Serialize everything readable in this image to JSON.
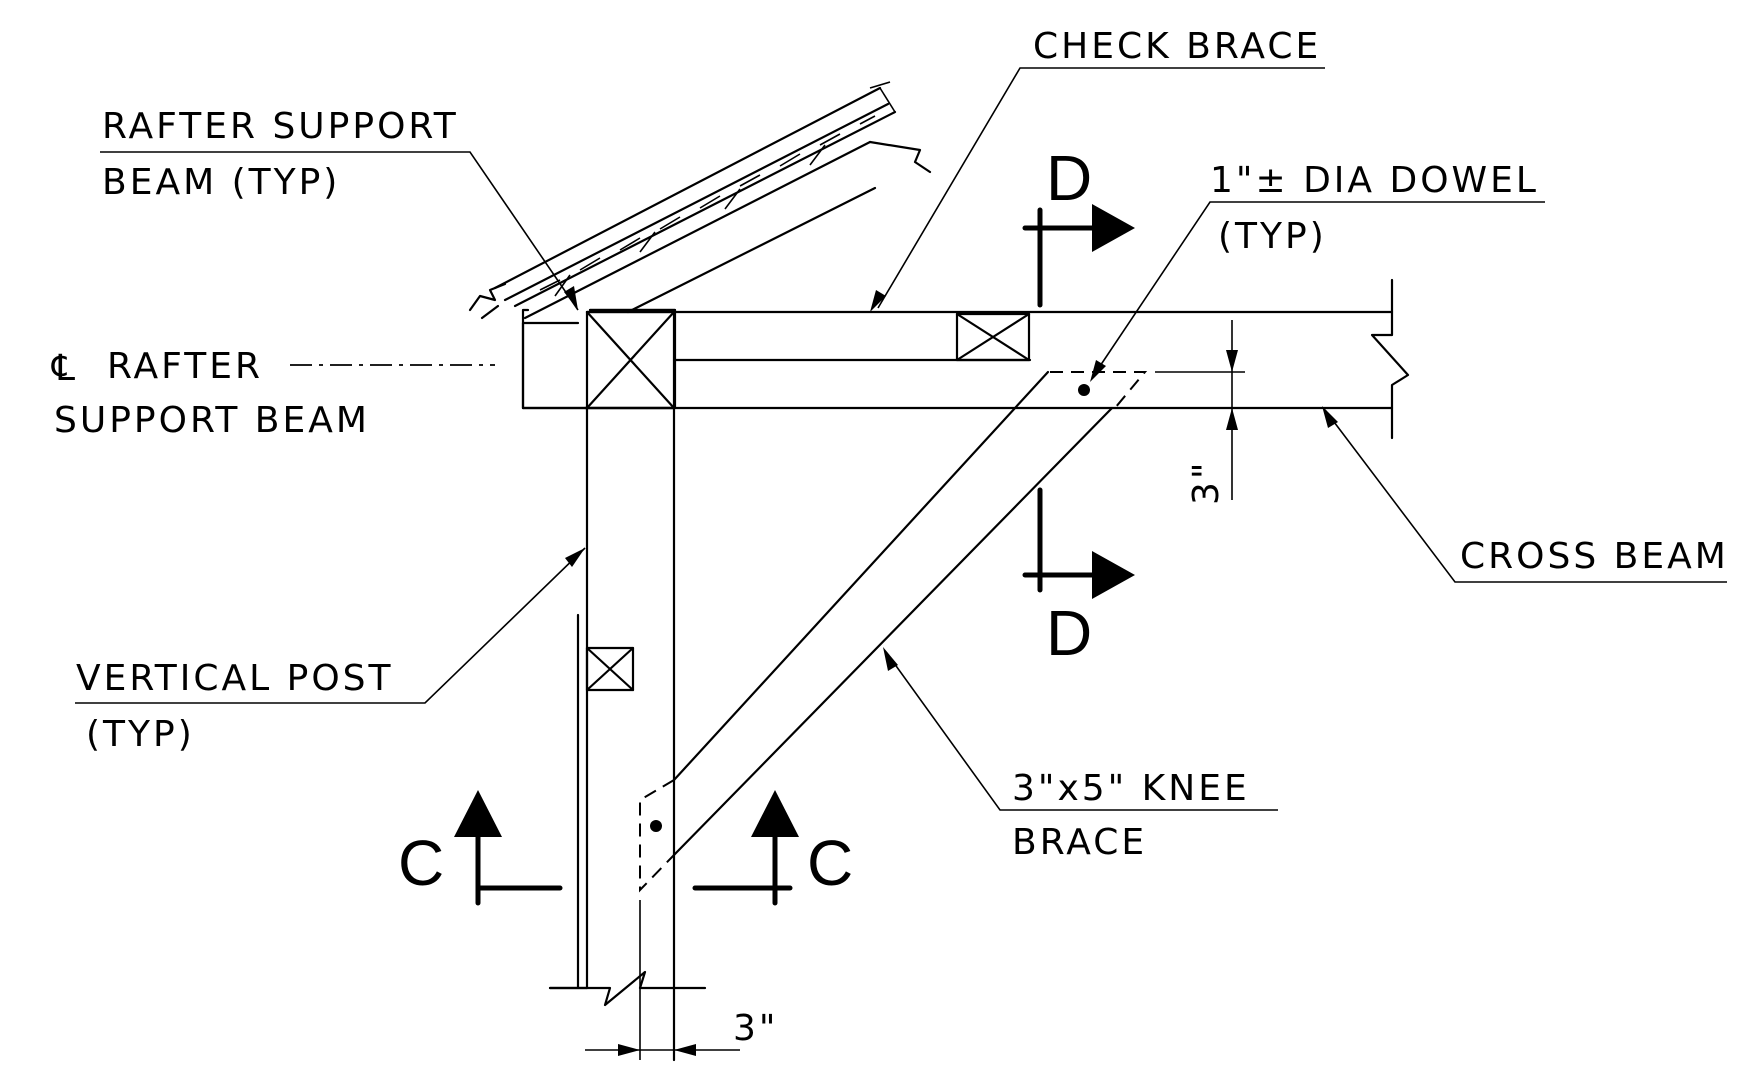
{
  "labels": {
    "check_brace": "CHECK BRACE",
    "rafter_support_l1": "RAFTER SUPPORT",
    "rafter_support_l2": "BEAM (TYP)",
    "cl_symbol": "℄",
    "cl_rafter_l1": "RAFTER",
    "cl_rafter_l2": "SUPPORT BEAM",
    "dowel_l1": "1\"± DIA DOWEL",
    "dowel_l2": "(TYP)",
    "cross_beam": "CROSS BEAM",
    "vertical_post_l1": "VERTICAL POST",
    "vertical_post_l2": "(TYP)",
    "knee_brace_l1": "3\"x5\" KNEE",
    "knee_brace_l2": "BRACE",
    "dim_vertical": "3\"",
    "dim_horizontal": "3\""
  },
  "section_markers": {
    "d_top": "D",
    "d_bottom": "D",
    "c_left": "C",
    "c_right": "C"
  }
}
